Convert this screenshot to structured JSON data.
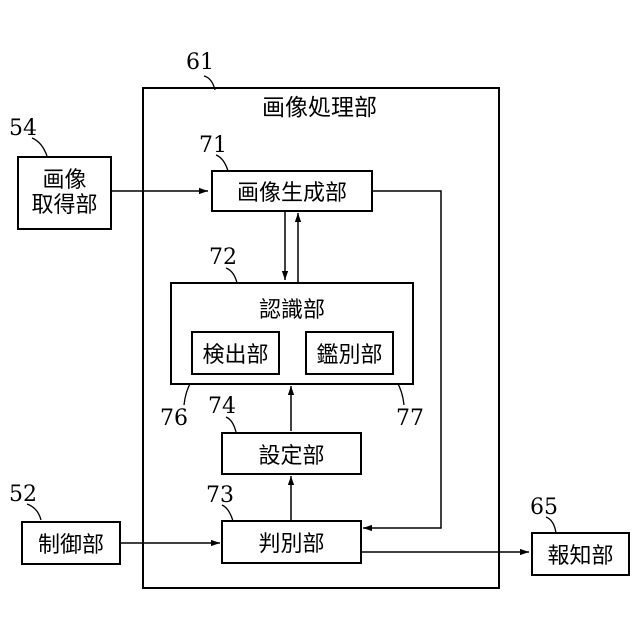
{
  "diagram": {
    "image_processing": {
      "ref": "61",
      "label": "画像処理部"
    },
    "image_acquisition": {
      "ref": "54",
      "label_line1": "画像",
      "label_line2": "取得部"
    },
    "image_generation": {
      "ref": "71",
      "label": "画像生成部"
    },
    "recognition": {
      "ref": "72",
      "label": "認識部"
    },
    "detection": {
      "ref": "76",
      "label": "検出部"
    },
    "discrimination": {
      "ref": "77",
      "label": "鑑別部"
    },
    "setting": {
      "ref": "74",
      "label": "設定部"
    },
    "judgment": {
      "ref": "73",
      "label": "判別部"
    },
    "control": {
      "ref": "52",
      "label": "制御部"
    },
    "notification": {
      "ref": "65",
      "label": "報知部"
    }
  }
}
